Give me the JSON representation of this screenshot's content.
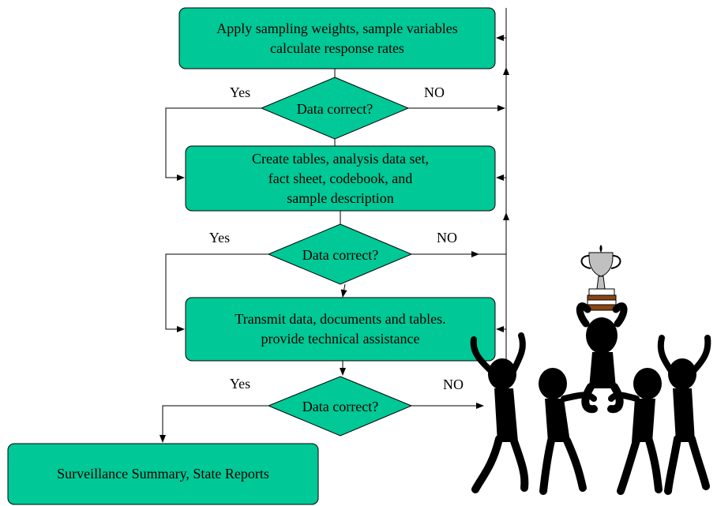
{
  "boxes": [
    {
      "lines": [
        "Apply sampling weights, sample variables",
        "calculate response rates"
      ]
    },
    {
      "lines": [
        "Create tables, analysis data set,",
        "fact sheet, codebook, and",
        "sample description"
      ]
    },
    {
      "lines": [
        "Transmit data, documents and tables.",
        "provide technical assistance"
      ]
    },
    {
      "lines": [
        "Surveillance Summary, State Reports"
      ]
    }
  ],
  "decisions": [
    {
      "label": "Data correct?",
      "yes": "Yes",
      "no": "NO"
    },
    {
      "label": "Data correct?",
      "yes": "Yes",
      "no": "NO"
    },
    {
      "label": "Data correct?",
      "yes": "Yes",
      "no": "NO"
    }
  ],
  "colors": {
    "fill": "#00C896",
    "stroke": "#000000",
    "trophy": "#C0C0C0",
    "base": "#8B4513"
  },
  "illustration": "celebrating-people-with-trophy-clipart"
}
